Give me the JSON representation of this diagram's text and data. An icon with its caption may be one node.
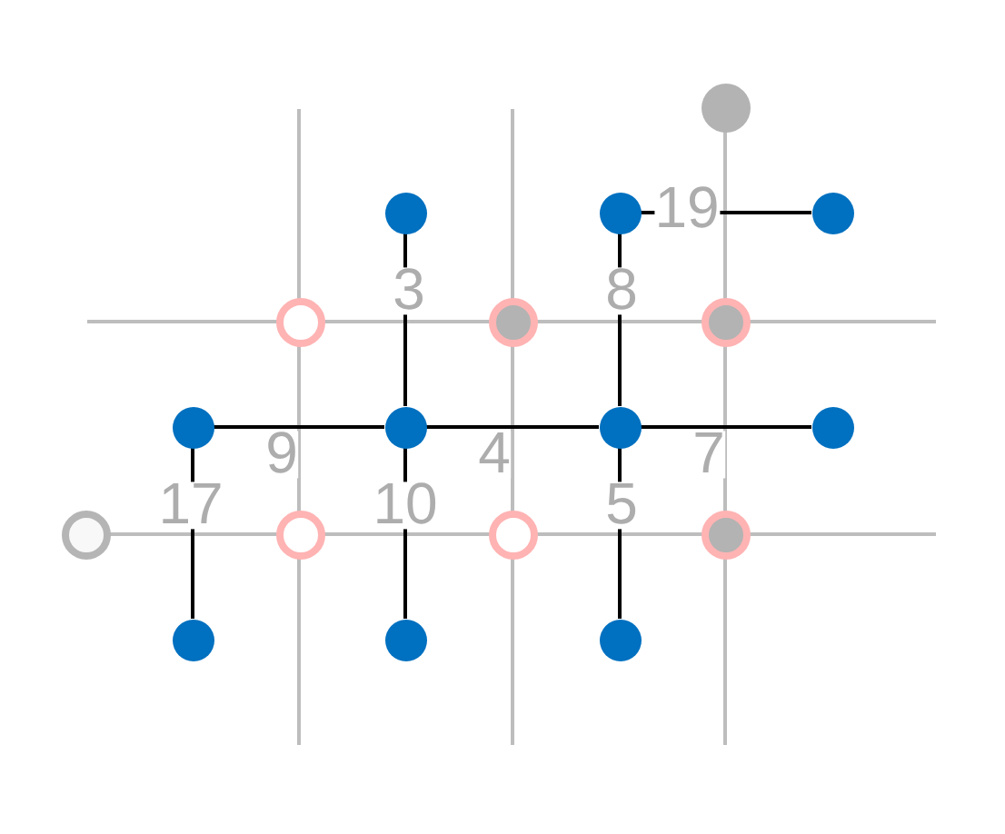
{
  "diagram": {
    "nodes": [
      {
        "text": [],
        "shape": "circle"
      },
      {
        "text": [],
        "shape": "circle"
      },
      {
        "text": [],
        "shape": "circle"
      },
      {
        "text": [],
        "shape": "circle"
      },
      {
        "text": [],
        "shape": "circle"
      },
      {
        "text": [],
        "shape": "circle"
      },
      {
        "text": [],
        "shape": "circle"
      },
      {
        "text": [],
        "shape": "circle"
      },
      {
        "text": [],
        "shape": "circle"
      },
      {
        "text": [],
        "shape": "circle"
      },
      {
        "text": [],
        "shape": "circle"
      },
      {
        "text": [],
        "shape": "circle"
      },
      {
        "text": [],
        "shape": "circle"
      },
      {
        "text": [],
        "shape": "circle"
      },
      {
        "text": [],
        "shape": "circle"
      },
      {
        "text": [],
        "shape": "circle"
      },
      {
        "text": [],
        "shape": "circle"
      },
      {
        "text": [],
        "shape": "circle"
      }
    ],
    "edges": [
      {
        "from": 2,
        "to": 3,
        "arrow": "none",
        "label": "19"
      },
      {
        "from": 1,
        "to": 8,
        "arrow": "none",
        "label": "3"
      },
      {
        "from": 2,
        "to": 9,
        "arrow": "none",
        "label": "8"
      },
      {
        "from": 7,
        "to": 8,
        "arrow": "none",
        "label": "9"
      },
      {
        "from": 8,
        "to": 9,
        "arrow": "none",
        "label": "4"
      },
      {
        "from": 9,
        "to": 10,
        "arrow": "none",
        "label": "7"
      },
      {
        "from": 7,
        "to": 15,
        "arrow": "none",
        "label": "17"
      },
      {
        "from": 8,
        "to": 16,
        "arrow": "none",
        "label": "10"
      },
      {
        "from": 9,
        "to": 17,
        "arrow": "none",
        "label": "5"
      }
    ]
  }
}
